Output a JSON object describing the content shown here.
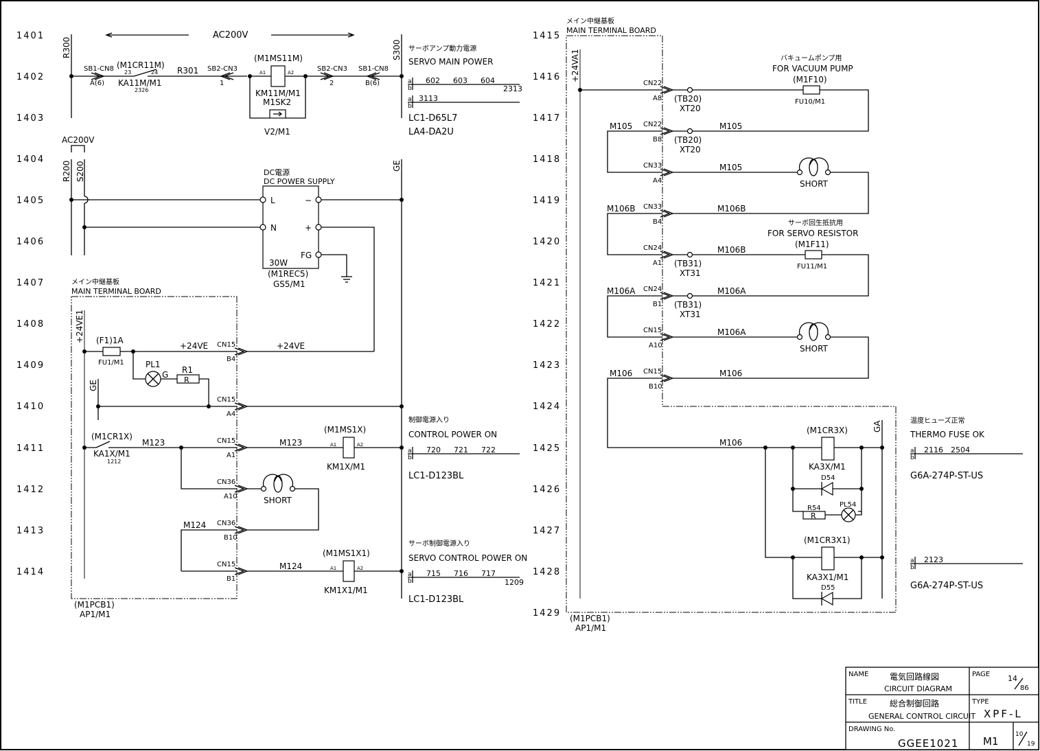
{
  "rows_left": [
    "1401",
    "1402",
    "1403",
    "1404",
    "1405",
    "1406",
    "1407",
    "1408",
    "1409",
    "1410",
    "1411",
    "1412",
    "1413",
    "1414"
  ],
  "rows_right": [
    "1415",
    "1416",
    "1417",
    "1418",
    "1419",
    "1420",
    "1421",
    "1422",
    "1423",
    "1424",
    "1425",
    "1426",
    "1427",
    "1428",
    "1429"
  ],
  "left": {
    "ac200v_top": "AC200V",
    "r300": "R300",
    "s300": "S300",
    "sb1_cn8_a": "SB1-CN8",
    "sb1_cn8_a_pin": "A(6)",
    "m1cr11m": "(M1CR11M)",
    "contact_23": "23",
    "contact_24": "24",
    "ka11m": "KA11M/M1",
    "ka11m_ref": "2326",
    "r301": "R301",
    "sb2_cn3_1": "SB2-CN3",
    "sb2_cn3_1_pin": "1",
    "m1ms11m": "(M1MS11M)",
    "a1": "A1",
    "a2": "A2",
    "km11m": "KM11M/M1",
    "m1sk2": "M1SK2",
    "v2": "V2/M1",
    "sb2_cn3_2": "SB2-CN3",
    "sb2_cn3_2_pin": "2",
    "sb1_cn8_b": "SB1-CN8",
    "sb1_cn8_b_pin": "B(6)",
    "servo_main_jp": "サーボアンプ動力電源",
    "servo_main_en": "SERVO MAIN POWER",
    "servo_main_a": "a",
    "servo_main_b": "b",
    "servo_main_refs": [
      "602",
      "603",
      "604"
    ],
    "servo_main_ref_b": "2313",
    "servo_main_a2": "3113",
    "servo_main_model1": "LC1-D65L7",
    "servo_main_model2": "LA4-DA2U",
    "ac200v_2": "AC200V",
    "r200": "R200",
    "s200": "S200",
    "ge_top": "GE",
    "dc_jp": "DC電源",
    "dc_en": "DC POWER SUPPLY",
    "dc_l": "L",
    "dc_n": "N",
    "dc_minus": "−",
    "dc_plus": "+",
    "dc_fg": "FG",
    "dc_watt": "30W",
    "dc_id": "(M1REC5)",
    "dc_tag": "GS5/M1",
    "mtb_jp": "メイン中継基板",
    "mtb_en": "MAIN TERMINAL BOARD",
    "v24e1": "+24VE1",
    "f1": "(F1)1A",
    "fu1": "FU1/M1",
    "v24e_a": "+24VE",
    "cn15_b4": "CN15",
    "b4": "B4",
    "v24e_b": "+24VE",
    "pl1": "PL1",
    "g": "G",
    "r1": "R1",
    "r": "R",
    "ge_inner": "GE",
    "cn15_a4": "CN15",
    "a4": "A4",
    "ctrl_jp": "制御電源入り",
    "ctrl_en": "CONTROL POWER ON",
    "m1cr1x": "(M1CR1X)",
    "ka1x": "KA1X/M1",
    "ka1x_ref": "1212",
    "m123_a": "M123",
    "cn15_a1": "CN15",
    "a1_pin": "A1",
    "m123_b": "M123",
    "m1ms1x": "(M1MS1X)",
    "km1x": "KM1X/M1",
    "ctrl_refs": [
      "720",
      "721",
      "722"
    ],
    "ctrl_model": "LC1-D123BL",
    "cn36_a10": "CN36",
    "a10": "A10",
    "short1": "SHORT",
    "m124_a": "M124",
    "cn36_b10": "CN36",
    "b10": "B10",
    "servo_ctrl_jp": "サーボ制御電源入り",
    "servo_ctrl_en": "SERVO CONTROL POWER ON",
    "cn15_b1": "CN15",
    "b1": "B1",
    "m124_b": "M124",
    "m1ms1x1": "(M1MS1X1)",
    "km1x1": "KM1X1/M1",
    "servo_ctrl_refs": [
      "715",
      "716",
      "717"
    ],
    "servo_ctrl_ref_b": "1209",
    "servo_ctrl_model": "LC1-D123BL",
    "pcb_id": "(M1PCB1)",
    "pcb_tag": "AP1/M1"
  },
  "right": {
    "mtb_jp": "メイン中継基板",
    "mtb_en": "MAIN TERMINAL BOARD",
    "v24a1": "+24VA1",
    "vac_jp": "バキュームポンプ用",
    "vac_en": "FOR VACUUM PUMP",
    "m1f10": "(M1F10)",
    "fu10": "FU10/M1",
    "cn22_a8": "CN22",
    "a8": "A8",
    "tb20_1": "(TB20)",
    "xt20_1": "XT20",
    "m105_l1": "M105",
    "cn22_b8": "CN22",
    "b8": "B8",
    "m105_w1": "M105",
    "tb20_2": "(TB20)",
    "xt20_2": "XT20",
    "cn33_a4": "CN33",
    "a4": "A4",
    "m105_w2": "M105",
    "short_a": "SHORT",
    "m106b_l": "M106B",
    "cn33_b4": "CN33",
    "b4": "B4",
    "m106b_w1": "M106B",
    "sr_jp": "サーボ回生抵抗用",
    "sr_en": "FOR SERVO RESISTOR",
    "m1f11": "(M1F11)",
    "fu11": "FU11/M1",
    "cn24_a1": "CN24",
    "a1": "A1",
    "m106b_w2": "M106B",
    "tb31_1": "(TB31)",
    "xt31_1": "XT31",
    "m106a_l": "M106A",
    "cn24_b1": "CN24",
    "b1": "B1",
    "m106a_w1": "M106A",
    "tb31_2": "(TB31)",
    "xt31_2": "XT31",
    "cn15_a10": "CN15",
    "a10": "A10",
    "m106a_w2": "M106A",
    "short_b": "SHORT",
    "m106_l": "M106",
    "cn15_b10": "CN15",
    "b10": "B10",
    "m106_w1": "M106",
    "m106_w2": "M106",
    "ga": "GA",
    "m1cr3x": "(M1CR3X)",
    "ka3x": "KA3X/M1",
    "d54": "D54",
    "r54": "R54",
    "r": "R",
    "pl54": "PL54",
    "m1cr3x1": "(M1CR3X1)",
    "ka3x1": "KA3X1/M1",
    "d55": "D55",
    "thermo_jp": "温度ヒューズ正常",
    "thermo_en": "THERMO FUSE OK",
    "thermo_refs": [
      "2116",
      "2504"
    ],
    "thermo_model1": "G6A-274P-ST-US",
    "thermo_ref2": "2123",
    "thermo_model2": "G6A-274P-ST-US",
    "pcb_id": "(M1PCB1)",
    "pcb_tag": "AP1/M1"
  },
  "title_block": {
    "name_label": "NAME",
    "name_jp": "電気回路線図",
    "name_en": "CIRCUIT DIAGRAM",
    "page_label": "PAGE",
    "page_num": "14",
    "page_total": "86",
    "title_label": "TITLE",
    "title_jp": "総合制御回路",
    "title_en": "GENERAL CONTROL CIRCUIT",
    "type_label": "TYPE",
    "type_value": "XPF-L",
    "drawing_label": "DRAWING No.",
    "drawing_value": "GGEE1021",
    "unit": "M1",
    "sheet_num": "10",
    "sheet_total": "19"
  }
}
